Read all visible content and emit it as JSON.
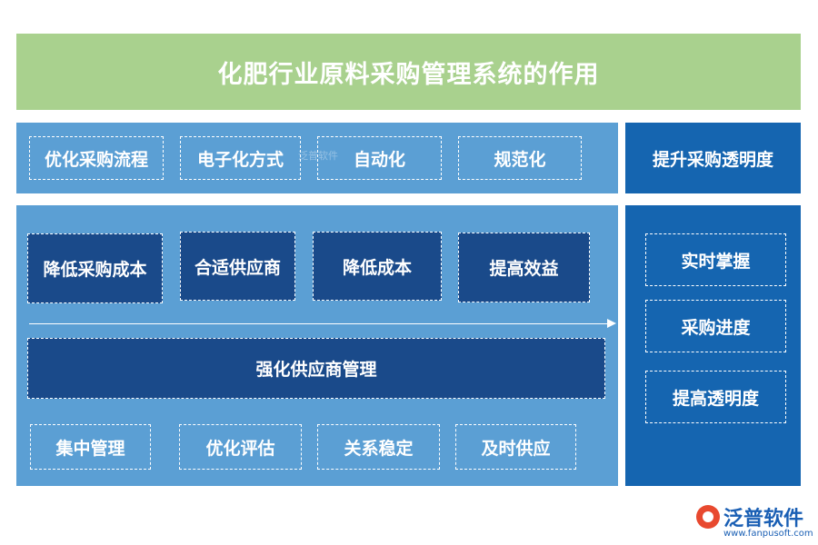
{
  "title": "化肥行业原料采购管理系统的作用",
  "top_row": [
    "优化采购流程",
    "电子化方式",
    "自动化",
    "规范化"
  ],
  "top_right": "提升采购透明度",
  "mid_row": [
    "降低采购成本",
    "合适供应商",
    "降低成本",
    "提高效益"
  ],
  "wide_box": "强化供应商管理",
  "bottom_row": [
    "集中管理",
    "优化评估",
    "关系稳定",
    "及时供应"
  ],
  "right_column": [
    "实时掌握",
    "采购进度",
    "提高透明度"
  ],
  "watermark": "泛普软件",
  "logo": {
    "name": "泛普软件",
    "url": "www.fanpusoft.com"
  },
  "colors": {
    "title_bg": "#a9d18e",
    "panel_light": "#5b9fd4",
    "panel_dark": "#1565b0",
    "box_navy": "#1a4a8a"
  }
}
